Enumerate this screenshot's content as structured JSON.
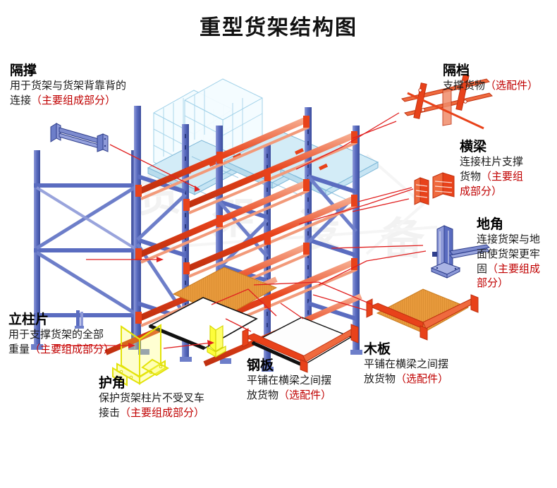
{
  "page": {
    "title": "重型货架结构图",
    "watermark": "货架设备"
  },
  "colors": {
    "frame_blue": "#4a5cb0",
    "frame_blue_light": "#8e9ad8",
    "beam_orange": "#e8421a",
    "beam_orange_light": "#f08c6a",
    "cargo_blue": "#bcdcee",
    "guard_yellow": "#f2f20a",
    "board_orange": "#e89a3c",
    "leader_red": "#e02020",
    "option_red": "#c00000",
    "text_black": "#1a1a1a"
  },
  "labels": [
    {
      "id": "ge-cheng",
      "head": "隔撑",
      "desc_lines": [
        {
          "text": "用于货架与货架背靠背的",
          "option": ""
        },
        {
          "text": "连接",
          "option": "（主要组成部分）"
        }
      ],
      "icon": "spacer-brace-icon"
    },
    {
      "id": "ge-dang",
      "head": "隔档",
      "desc_lines": [
        {
          "text": "支撑货物",
          "option": "（选配件）"
        }
      ],
      "icon": "pallet-support-bar-icon"
    },
    {
      "id": "heng-liang",
      "head": "横梁",
      "desc_lines": [
        {
          "text": "连接柱片支撑",
          "option": ""
        },
        {
          "text": "货物",
          "option": "（主要组"
        },
        {
          "text": "",
          "option": "成部分）"
        }
      ],
      "icon": "beam-icon"
    },
    {
      "id": "di-jiao",
      "head": "地角",
      "desc_lines": [
        {
          "text": "连接货架与地",
          "option": ""
        },
        {
          "text": "面使货架更牢",
          "option": ""
        },
        {
          "text": "固",
          "option": "（主要组成"
        },
        {
          "text": "",
          "option": "部分）"
        }
      ],
      "icon": "floor-anchor-icon"
    },
    {
      "id": "mu-ban",
      "head": "木板",
      "desc_lines": [
        {
          "text": "平铺在横梁之间摆",
          "option": ""
        },
        {
          "text": "放货物",
          "option": "（选配件）"
        }
      ],
      "icon": "wood-board-icon"
    },
    {
      "id": "gang-ban",
      "head": "钢板",
      "desc_lines": [
        {
          "text": "平铺在横梁之间摆",
          "option": ""
        },
        {
          "text": "放货物",
          "option": "（选配件）"
        }
      ],
      "icon": "steel-plate-icon"
    },
    {
      "id": "li-zhu-pian",
      "head": "立柱片",
      "desc_lines": [
        {
          "text": "用于支撑货架的全部",
          "option": ""
        },
        {
          "text": "重量",
          "option": "（主要组成部分）"
        }
      ],
      "icon": "upright-frame-icon"
    },
    {
      "id": "hu-jiao",
      "head": "护角",
      "desc_lines": [
        {
          "text": "保护货架柱片不受叉车",
          "option": ""
        },
        {
          "text": "接击",
          "option": "（主要组成部分）"
        }
      ],
      "icon": "corner-guard-icon"
    }
  ]
}
